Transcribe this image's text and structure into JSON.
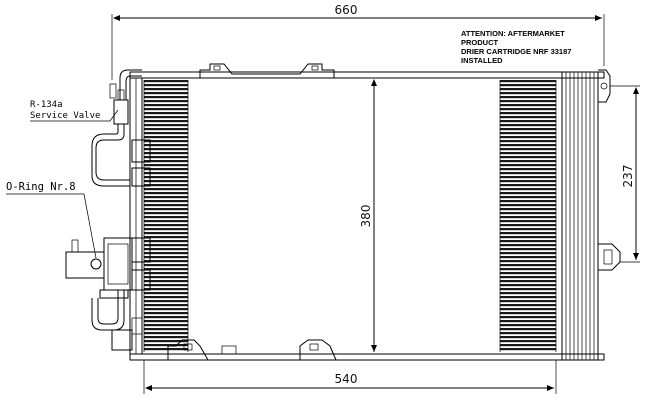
{
  "dimensions": {
    "top_width": "660",
    "bottom_width": "540",
    "core_height": "380",
    "right_height": "237"
  },
  "attention_note": {
    "line1": "ATTENTION: AFTERMARKET",
    "line2": "PRODUCT",
    "line3": "DRIER CARTRIDGE NRF 33187",
    "line4": "INSTALLED"
  },
  "callouts": {
    "valve_line1": "R-134a",
    "valve_line2": "Service Valve",
    "oring": "O-Ring Nr.8"
  },
  "colors": {
    "line": "#000000",
    "fin": "#1a1a1a",
    "background": "#ffffff"
  }
}
